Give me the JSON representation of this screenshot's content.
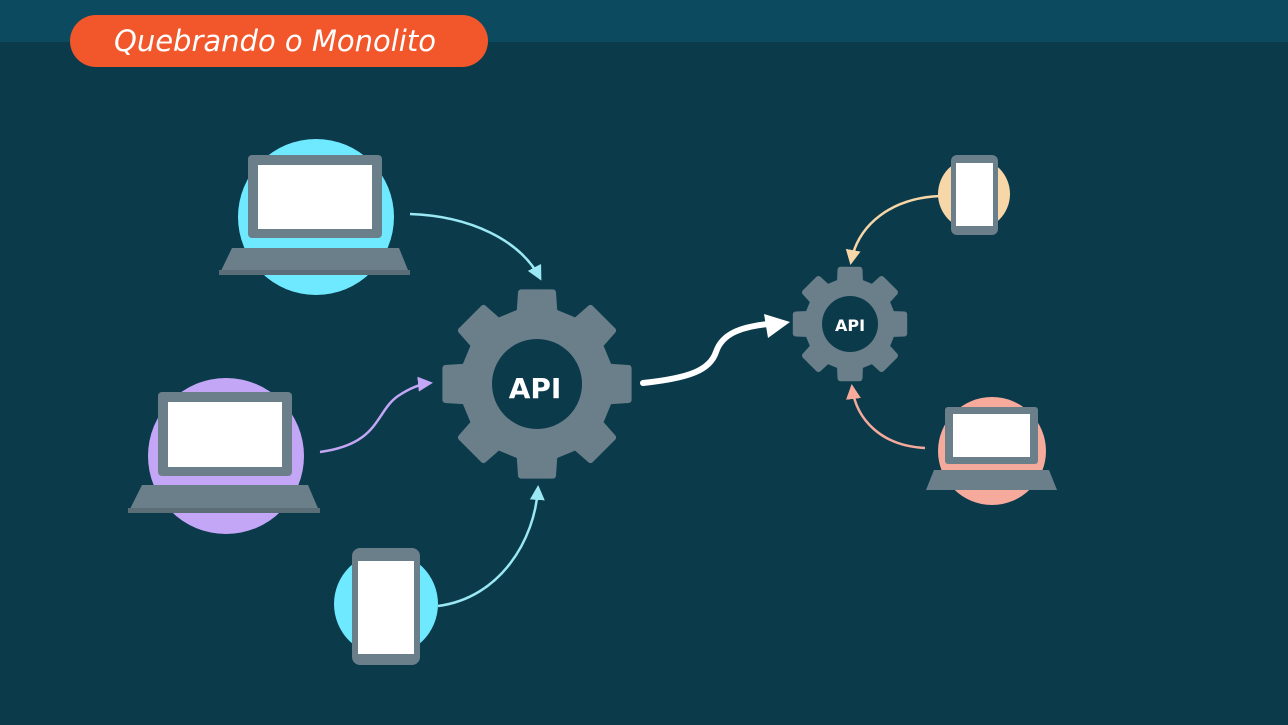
{
  "header": {
    "title": "Quebrando o Monolito"
  },
  "diagram": {
    "main_gateway": {
      "label": "API"
    },
    "secondary_gateway": {
      "label": "API"
    }
  },
  "colors": {
    "background": "#0b3a4b",
    "title_pill": "#f1572a",
    "device_body": "#6b7f8a",
    "screen": "#ffffff",
    "cyan": "#6fe9ff",
    "purple": "#c4a6f6",
    "peach": "#f7d7a8",
    "salmon": "#f5aa9c"
  }
}
